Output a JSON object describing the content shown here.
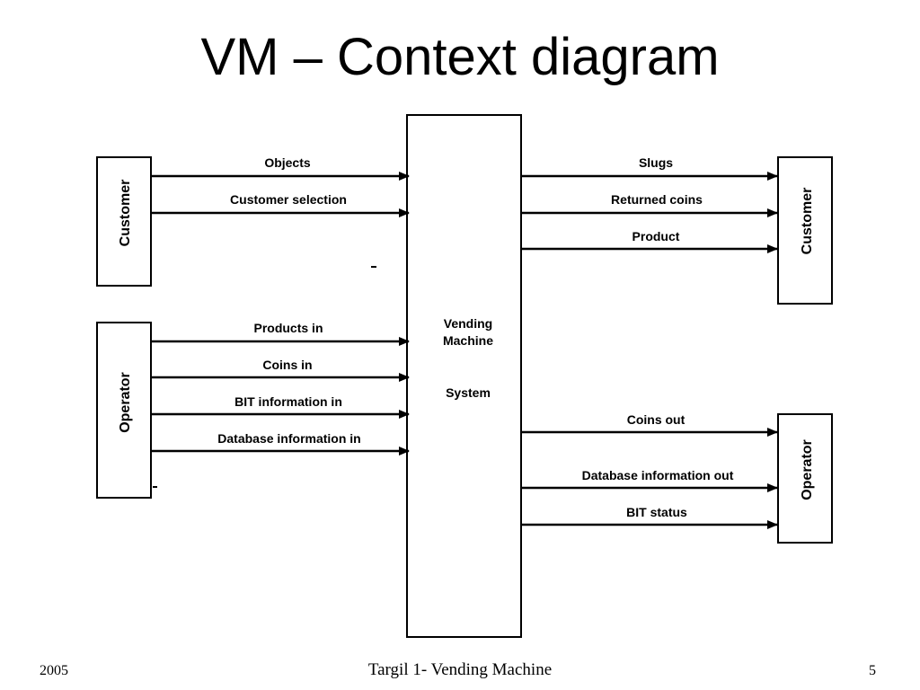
{
  "title": "VM – Context diagram",
  "system": {
    "line1": "Vending",
    "line2": "Machine",
    "line3": "System"
  },
  "entities": {
    "customer_left": "Customer",
    "operator_left": "Operator",
    "customer_right": "Customer",
    "operator_right": "Operator"
  },
  "flows": {
    "objects": "Objects",
    "customer_selection": "Customer selection",
    "products_in": "Products in",
    "coins_in": "Coins in",
    "bit_information_in": "BIT information in",
    "database_information_in": "Database information in",
    "slugs": "Slugs",
    "returned_coins": "Returned coins",
    "product": "Product",
    "coins_out": "Coins out",
    "database_information_out": "Database information out",
    "bit_status": "BIT status"
  },
  "footer": {
    "year": "2005",
    "center": "Targil 1- Vending Machine",
    "page": "5"
  }
}
